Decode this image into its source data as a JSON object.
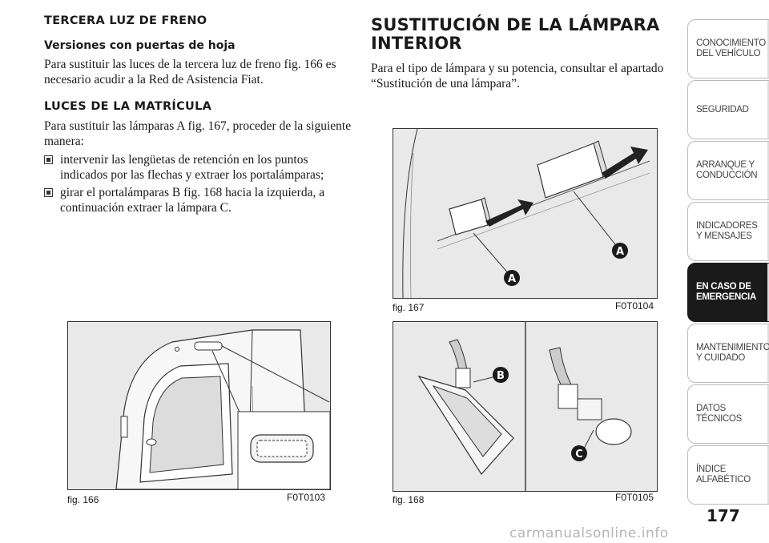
{
  "left": {
    "h1": "TERCERA LUZ DE FRENO",
    "sub1": "Versiones con puertas de hoja",
    "p1": "Para sustituir las luces de la tercera luz de freno fig. 166 es necesario acudir a la Red de Asistencia Fiat.",
    "h2": "LUCES DE LA MATRÍCULA",
    "p2": "Para sustituir las lámparas A fig. 167, proceder de la siguiente manera:",
    "bullets": [
      "intervenir las lengüetas de retención en los puntos indicados por las flechas y extraer los portalámparas;",
      "girar el portalámparas B fig. 168 hacia la izquierda, a continuación extraer la lámpara C."
    ]
  },
  "right": {
    "h1": "SUSTITUCIÓN DE LA LÁMPARA INTERIOR",
    "p1": "Para el tipo de lámpara y su potencia, consultar el apartado “Sustitución de una lámpara”."
  },
  "figures": {
    "fig166": {
      "caption": "fig. 166",
      "code": "F0T0103"
    },
    "fig167": {
      "caption": "fig. 167",
      "code": "F0T0104",
      "label_a": "A"
    },
    "fig168": {
      "caption": "fig. 168",
      "code": "F0T0105",
      "label_b": "B",
      "label_c": "C"
    }
  },
  "tabs": [
    {
      "label": "CONOCIMIENTO DEL VEHÍCULO",
      "active": false
    },
    {
      "label": "SEGURIDAD",
      "active": false
    },
    {
      "label": "ARRANQUE Y CONDUCCIÓN",
      "active": false
    },
    {
      "label": "INDICADORES Y MENSAJES",
      "active": false
    },
    {
      "label": "EN CASO DE EMERGENCIA",
      "active": true
    },
    {
      "label": "MANTENIMIENTO Y CUIDADO",
      "active": false
    },
    {
      "label": "DATOS TÉCNICOS",
      "active": false
    },
    {
      "label": "ÍNDICE ALFABÉTICO",
      "active": false
    }
  ],
  "page_number": "177",
  "watermark": "carmanualsonline.info"
}
